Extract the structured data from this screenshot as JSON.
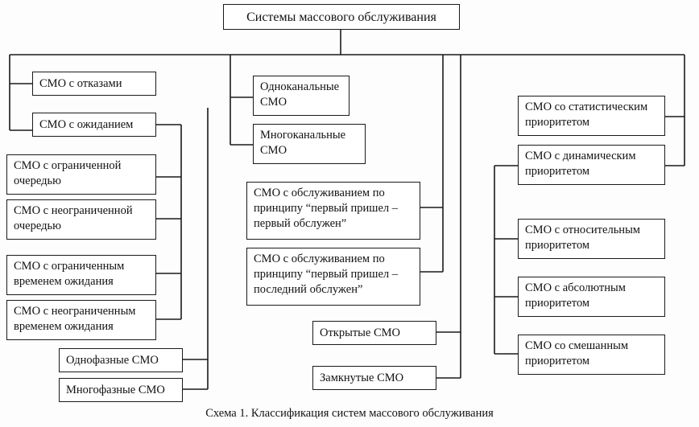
{
  "root": "Системы массового обслуживания",
  "nodes": {
    "otkaz": "СМО с отказами",
    "ozhid": "СМО с ожиданием",
    "ogr_och": "СМО с ограниченной очередью",
    "neogr_och": "СМО с неограниченной очередью",
    "ogr_vr": "СМО с ограниченным временем ожидания",
    "neogr_vr": "СМО с неограниченным временем ожидания",
    "odnofaz": "Однофазные СМО",
    "mnogofaz": "Многофазные СМО",
    "odnokan": "Одноканальные СМО",
    "mnogokan": "Многоканальные СМО",
    "fifo": "СМО с обслуживанием по принципу “первый пришел – первый обслужен”",
    "lifo": "СМО с обслуживанием по принципу “первый пришел – последний обслужен”",
    "otkr": "Открытые СМО",
    "zamk": "Замкнутые СМО",
    "stat": "СМО со статистическим приоритетом",
    "dinam": "СМО с динамическим приоритетом",
    "otnos": "СМО с относительным приоритетом",
    "absol": "СМО с абсолютным приоритетом",
    "smesh": "СМО со смешанным приоритетом"
  },
  "caption": "Схема 1. Классификация систем массового обслуживания"
}
